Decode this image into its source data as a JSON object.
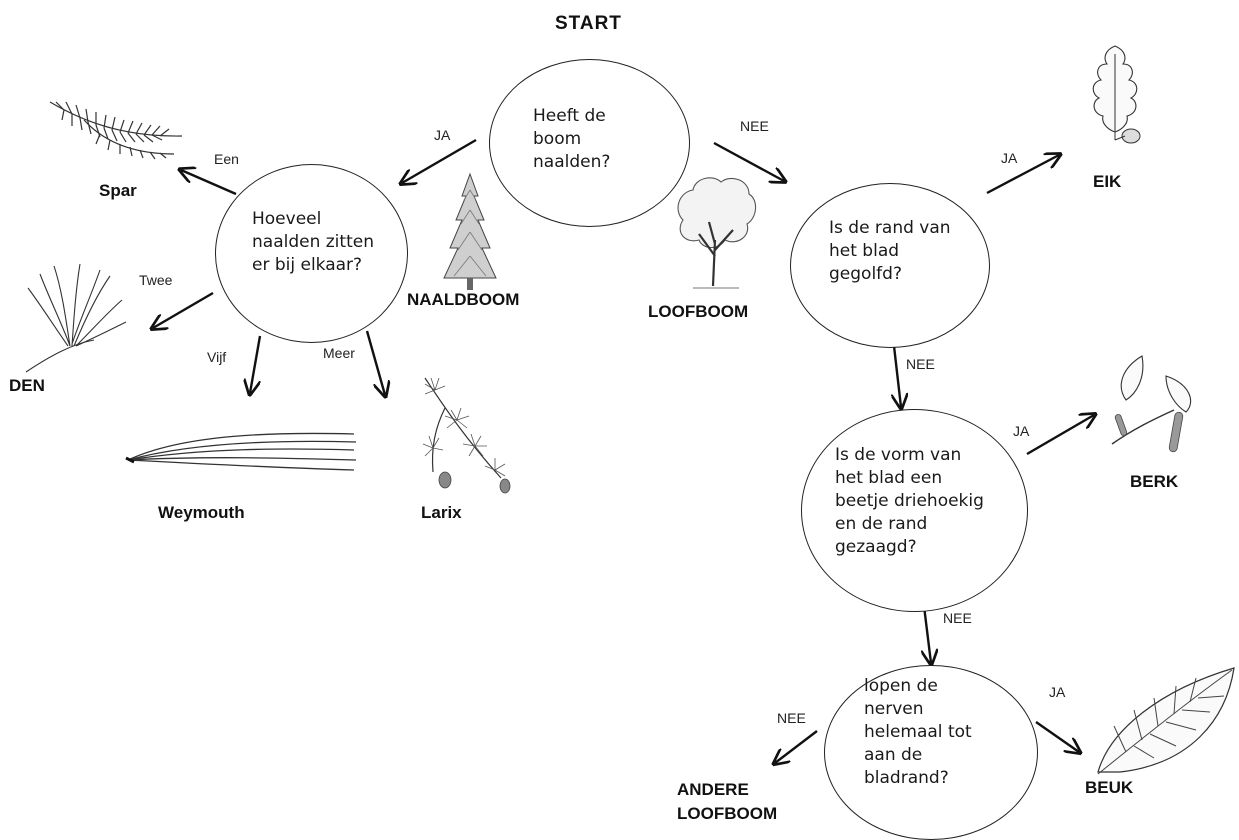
{
  "start": "START",
  "questions": {
    "needles": [
      "Heeft de",
      "boom",
      "naalden?"
    ],
    "needle_count": [
      "Hoeveel",
      "naalden zitten",
      "er bij elkaar?"
    ],
    "wavy_edge": [
      "Is de rand van",
      "het  blad",
      "gegolfd?"
    ],
    "triangle": [
      "Is de vorm van",
      "het blad een",
      "beetje driehoekig",
      "en de rand",
      "gezaagd?"
    ],
    "veins": [
      "lopen de",
      "nerven",
      "helemaal tot",
      "aan de",
      "bladrand?"
    ]
  },
  "edge_labels": {
    "needles_yes": "JA",
    "needles_no": "NEE",
    "een": "Een",
    "twee": "Twee",
    "vijf": "Vijf",
    "meer": "Meer",
    "wavy_yes": "JA",
    "wavy_no": "NEE",
    "triangle_yes": "JA",
    "triangle_no": "NEE",
    "veins_yes": "JA",
    "veins_no": "NEE"
  },
  "names": {
    "naaldboom": "NAALDBOOM",
    "loofboom": "LOOFBOOM",
    "spar": "Spar",
    "den": "DEN",
    "weymouth": "Weymouth",
    "larix": "Larix",
    "eik": "EIK",
    "berk": "BERK",
    "beuk": "BEUK",
    "andere": [
      "ANDERE",
      "LOOFBOOM"
    ]
  }
}
